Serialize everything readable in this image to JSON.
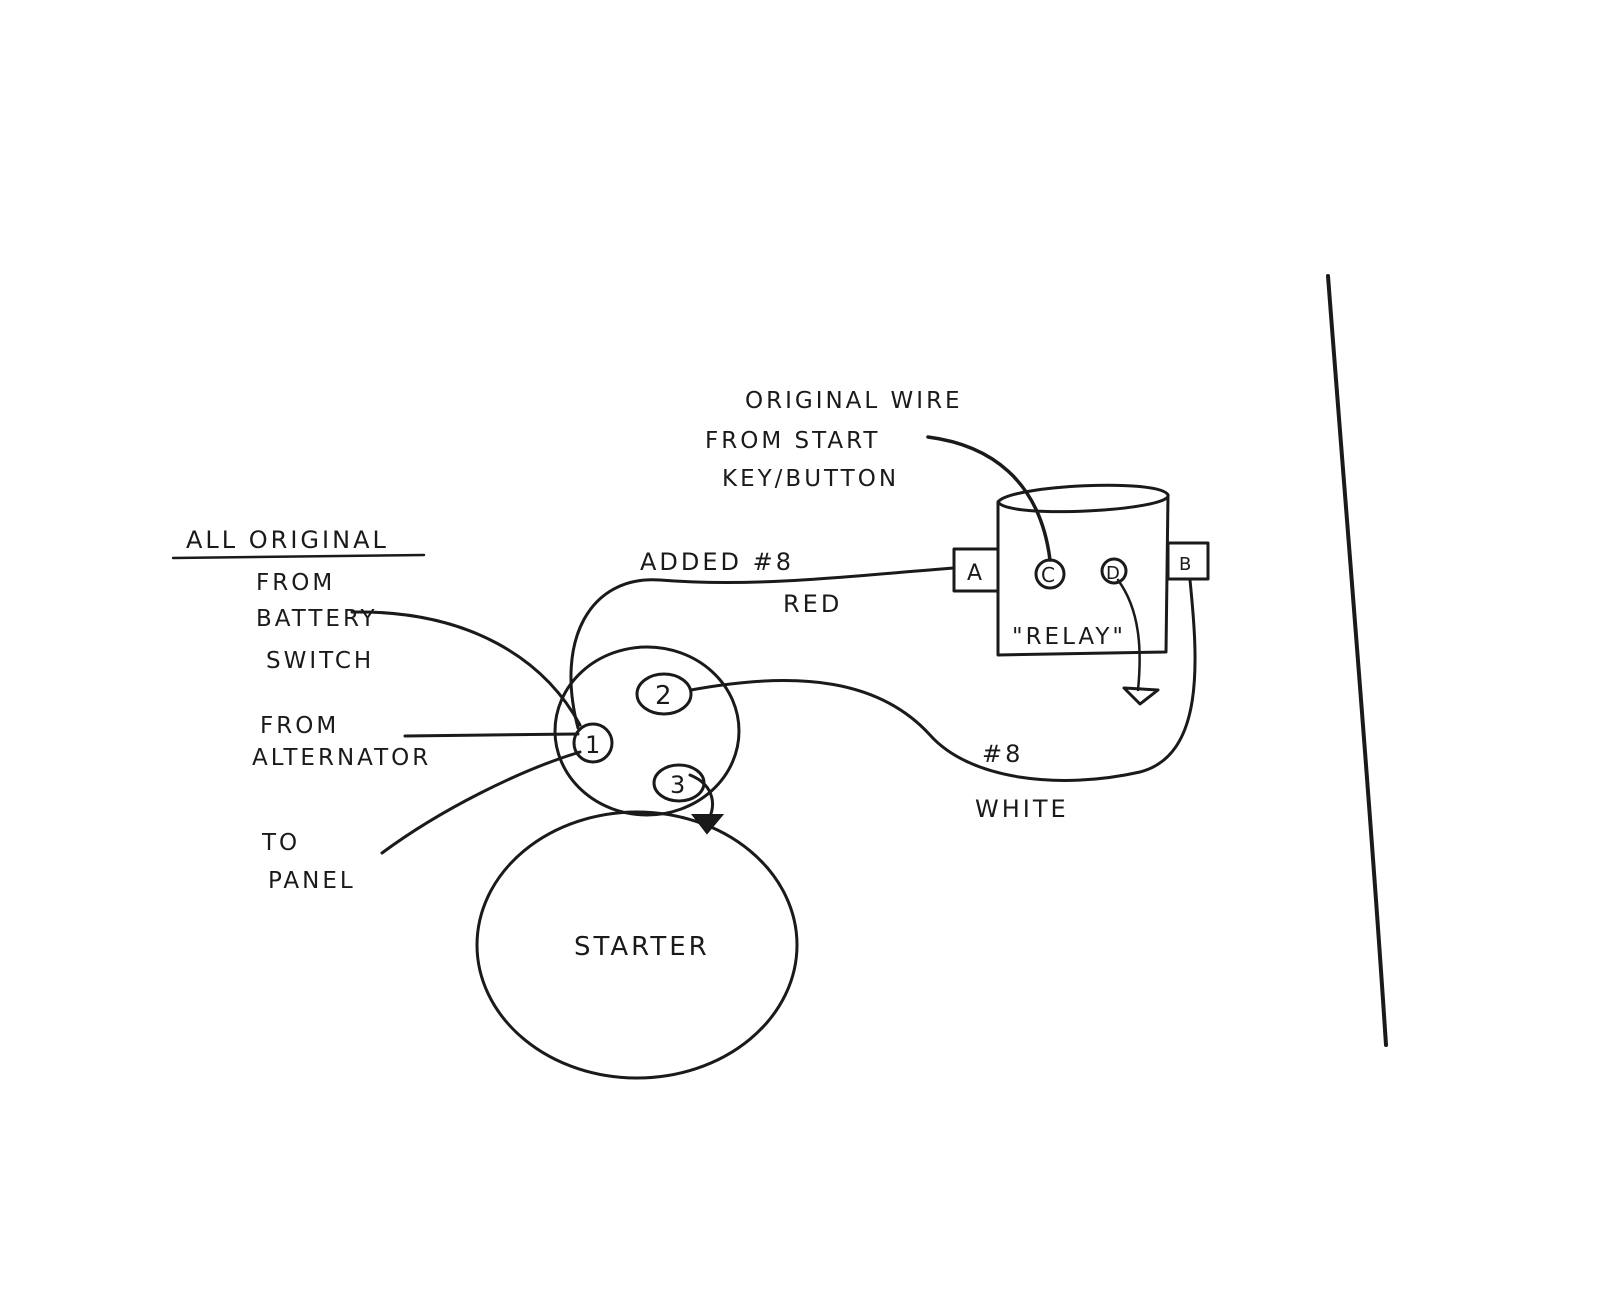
{
  "colors": {
    "ink": "#1a1a1a",
    "paper": "#ffffff"
  },
  "labels": {
    "original_wire": [
      "ORIGINAL WIRE",
      "FROM START",
      "KEY/BUTTON"
    ],
    "all_original": "ALL ORIGINAL",
    "from_battery_switch": [
      "FROM",
      "BATTERY",
      "SWITCH"
    ],
    "from_alternator": [
      "FROM",
      "ALTERNATOR"
    ],
    "to_panel": [
      "TO",
      "PANEL"
    ],
    "added_red": [
      "ADDED #8",
      "RED"
    ],
    "white_wire": [
      "#8",
      "WHITE"
    ],
    "relay": "\"RELAY\"",
    "starter": "STARTER"
  },
  "terminals": {
    "solenoid_1": "1",
    "solenoid_2": "2",
    "solenoid_3": "3",
    "relay_a": "A",
    "relay_b": "B",
    "relay_c": "C",
    "relay_d": "D"
  }
}
